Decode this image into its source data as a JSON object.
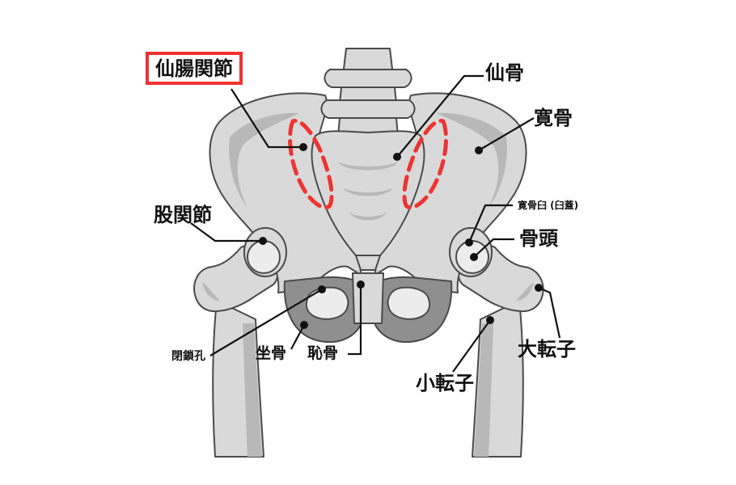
{
  "labels": {
    "sacroiliac_joint": "仙腸関節",
    "sacrum": "仙骨",
    "ilium": "寛骨",
    "hip_joint": "股関節",
    "acetabulum": "寛骨臼 (臼蓋)",
    "femoral_head": "骨頭",
    "obturator_foramen": "閉鎖孔",
    "ischium": "坐骨",
    "pubis": "恥骨",
    "lesser_trochanter": "小転子",
    "greater_trochanter": "大転子"
  },
  "colors": {
    "bone_fill": "#d9d9d9",
    "bone_light": "#ececec",
    "bone_shade": "#b8b8b8",
    "bone_dark": "#8f8f8f",
    "outline": "#4a4a4a",
    "highlight": "#ee3333",
    "leader_line": "#111111"
  }
}
